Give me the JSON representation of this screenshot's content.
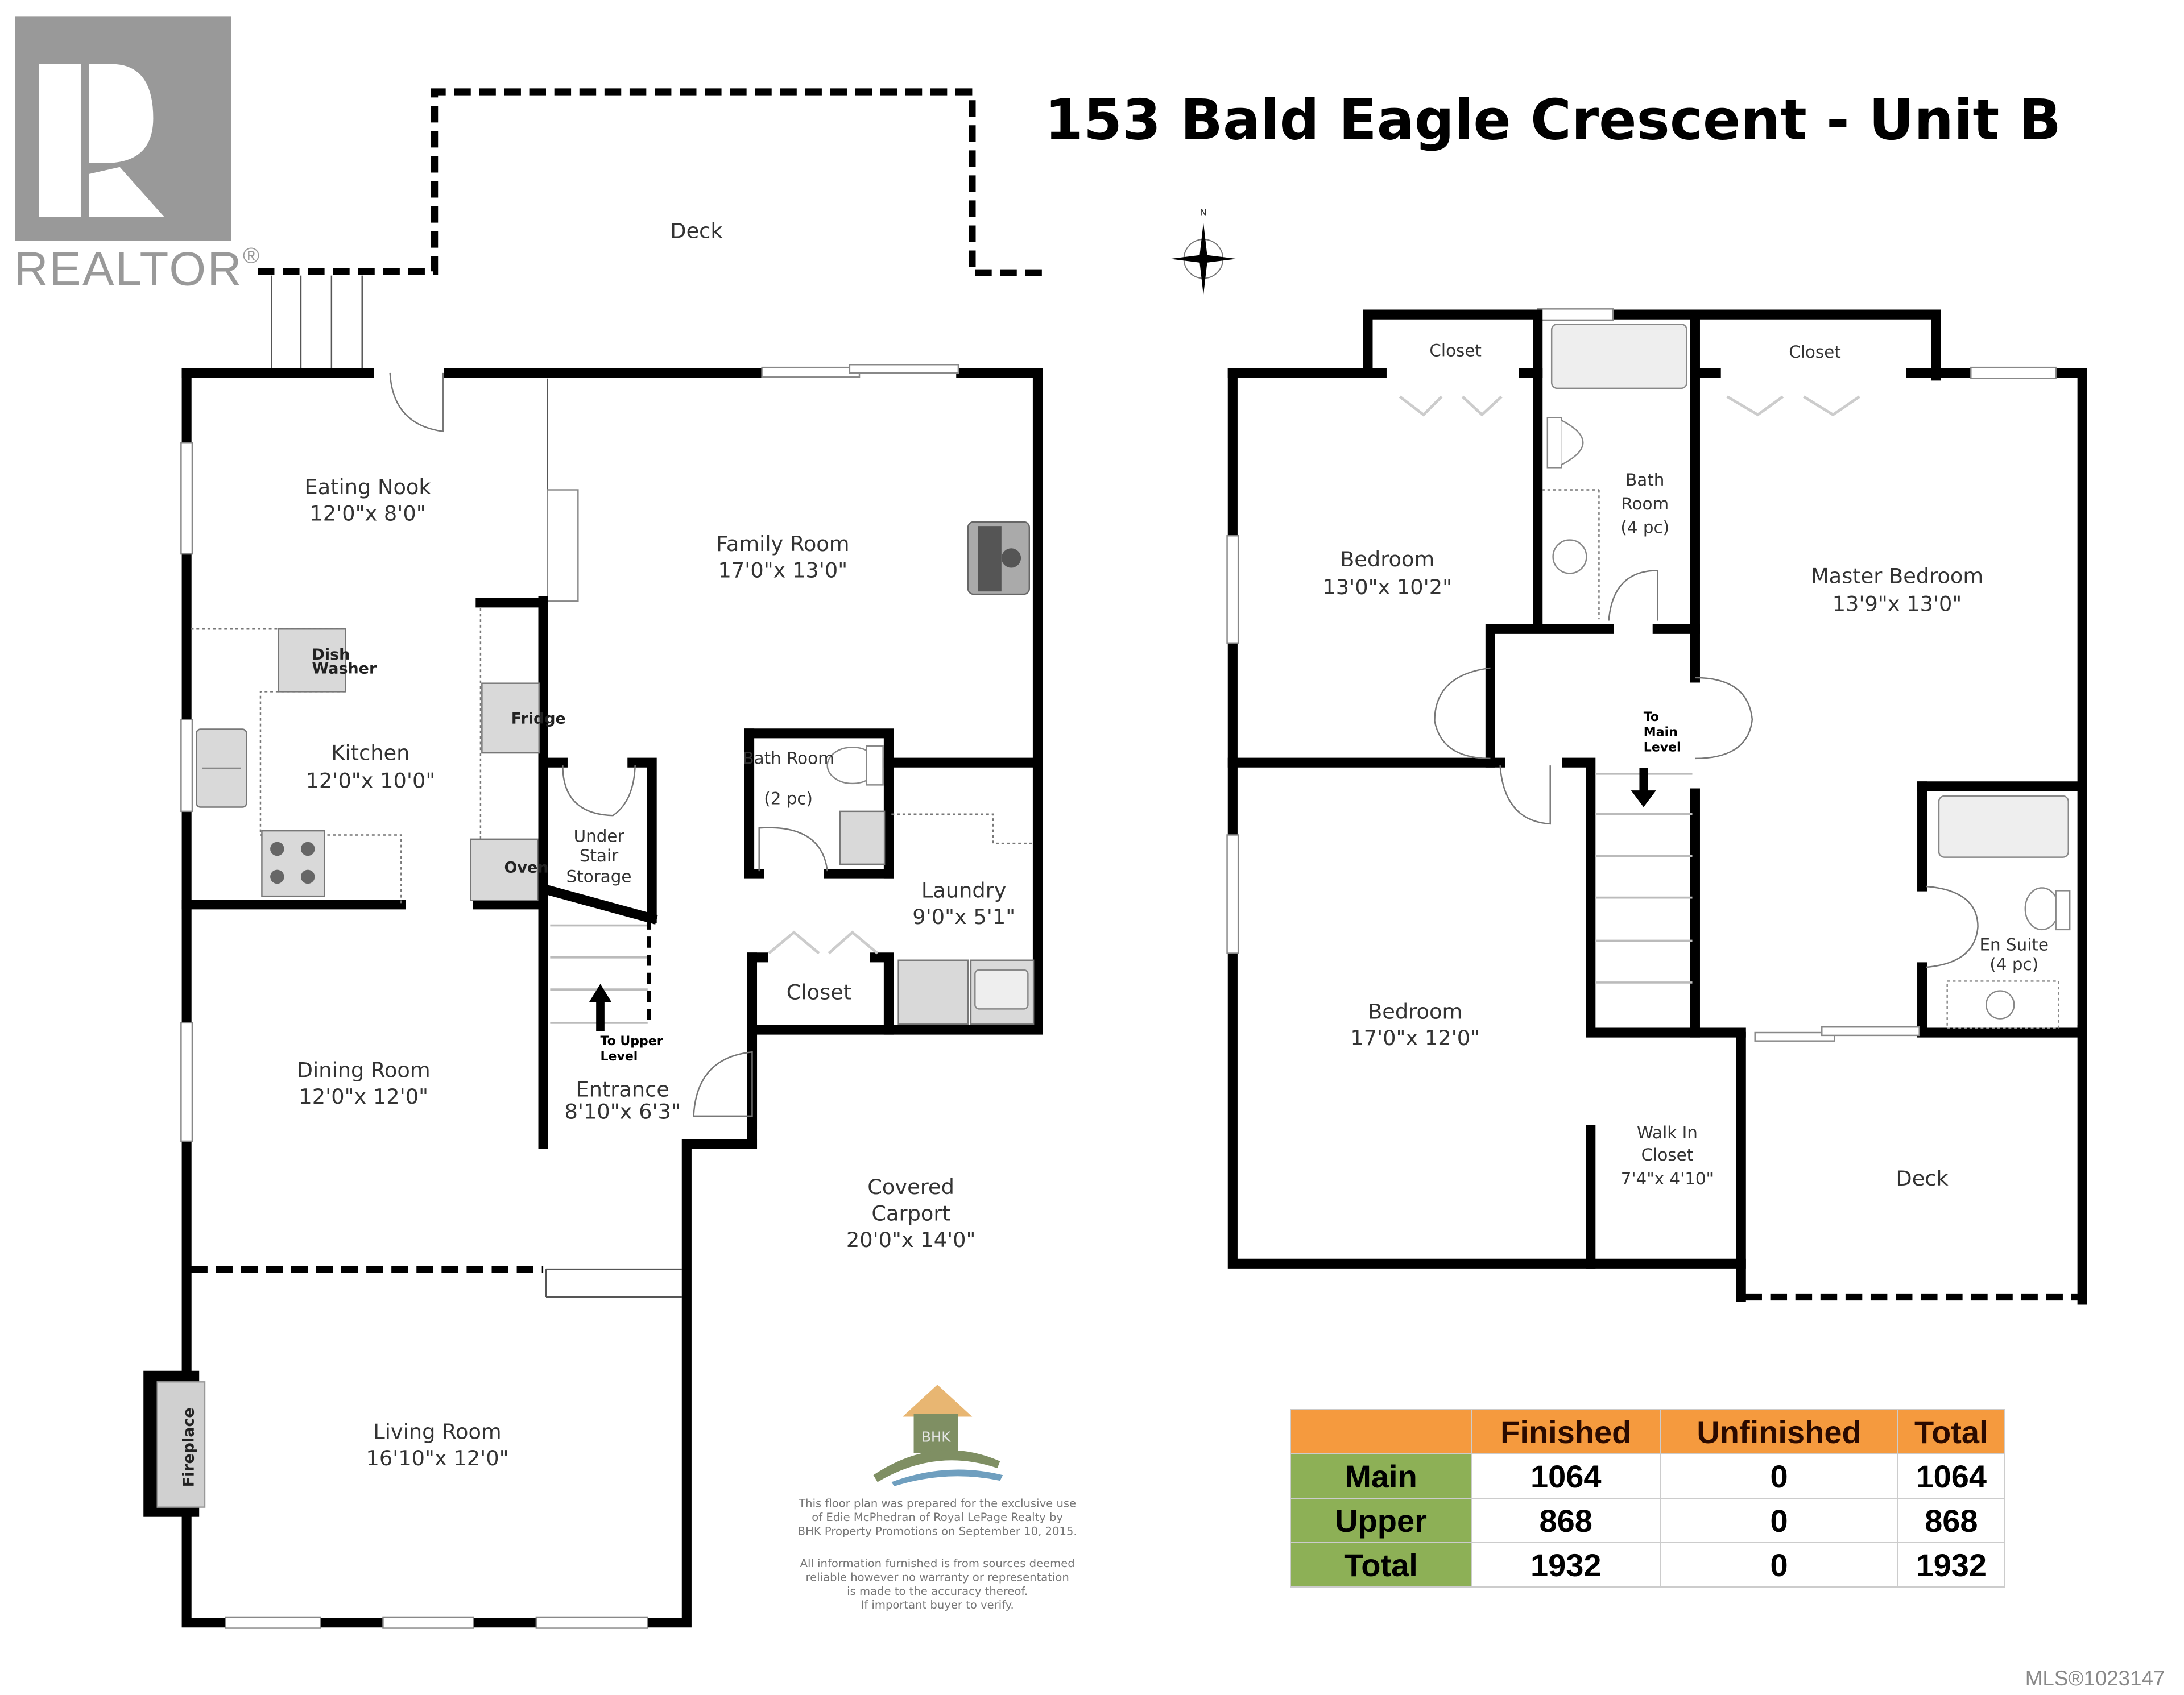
{
  "title": "153 Bald Eagle Crescent - Unit B",
  "logo": {
    "brand": "REALTOR",
    "mark": "®",
    "icon": "realtor-r-logo"
  },
  "compass": {
    "label": "N",
    "icon": "compass-rose-icon"
  },
  "main_floor": {
    "rooms": [
      {
        "id": "deck-main",
        "name": "Deck",
        "dims": ""
      },
      {
        "id": "eating-nook",
        "name": "Eating Nook",
        "dims": "12'0\"x 8'0\""
      },
      {
        "id": "family-room",
        "name": "Family Room",
        "dims": "17'0\"x 13'0\""
      },
      {
        "id": "kitchen",
        "name": "Kitchen",
        "dims": "12'0\"x 10'0\""
      },
      {
        "id": "bath-2pc",
        "name": "Bath Room",
        "line2": "(2 pc)"
      },
      {
        "id": "laundry",
        "name": "Laundry",
        "dims": "9'0\"x 5'1\""
      },
      {
        "id": "under-stair",
        "name": "Under",
        "line2": "Stair",
        "line3": "Storage"
      },
      {
        "id": "closet-main",
        "name": "Closet"
      },
      {
        "id": "dining-room",
        "name": "Dining Room",
        "dims": "12'0\"x 12'0\""
      },
      {
        "id": "entrance",
        "name": "Entrance",
        "dims": "8'10\"x 6'3\""
      },
      {
        "id": "carport",
        "name": "Covered",
        "line2": "Carport",
        "dims": "20'0\"x 14'0\""
      },
      {
        "id": "living-room",
        "name": "Living Room",
        "dims": "16'10\"x 12'0\""
      }
    ],
    "fixtures": {
      "dishwasher_l1": "Dish",
      "dishwasher_l2": "Washer",
      "fridge": "Fridge",
      "oven": "Oven",
      "fireplace": "Fireplace",
      "stairs_up_l1": "To Upper",
      "stairs_up_l2": "Level"
    }
  },
  "upper_floor": {
    "rooms": [
      {
        "id": "closet-left",
        "name": "Closet"
      },
      {
        "id": "closet-right",
        "name": "Closet"
      },
      {
        "id": "bath-4pc",
        "name": "Bath",
        "line2": "Room",
        "line3": "(4 pc)"
      },
      {
        "id": "bedroom-1",
        "name": "Bedroom",
        "dims": "13'0\"x 10'2\""
      },
      {
        "id": "master-bedroom",
        "name": "Master Bedroom",
        "dims": "13'9\"x 13'0\""
      },
      {
        "id": "bedroom-2",
        "name": "Bedroom",
        "dims": "17'0\"x 12'0\""
      },
      {
        "id": "en-suite",
        "name": "En Suite",
        "line2": "(4 pc)"
      },
      {
        "id": "walk-in-closet",
        "name": "Walk In",
        "line2": "Closet",
        "dims": "7'4\"x 4'10\""
      },
      {
        "id": "deck-upper",
        "name": "Deck"
      }
    ],
    "fixtures": {
      "stairs_down_l1": "To",
      "stairs_down_l2": "Main",
      "stairs_down_l3": "Level"
    }
  },
  "area_table": {
    "headers": [
      "",
      "Finished",
      "Unfinished",
      "Total"
    ],
    "rows": [
      {
        "label": "Main",
        "finished": "1064",
        "unfinished": "0",
        "total": "1064"
      },
      {
        "label": "Upper",
        "finished": "868",
        "unfinished": "0",
        "total": "868"
      },
      {
        "label": "Total",
        "finished": "1932",
        "unfinished": "0",
        "total": "1932"
      }
    ],
    "colors": {
      "header_bg": "#f59a3e",
      "rowhead_bg": "#8db056"
    }
  },
  "bhk": {
    "logo_text": "BHK",
    "disclaimer_lines": [
      "This floor plan was prepared for the exclusive use",
      "of Edie McPhedran of Royal LePage Realty by",
      "BHK Property Promotions on September 10, 2015.",
      "",
      "All information furnished is from sources deemed",
      "reliable however no warranty or representation",
      "is made to the accuracy thereof.",
      "If important buyer to verify."
    ]
  },
  "mls": "MLS®1023147"
}
